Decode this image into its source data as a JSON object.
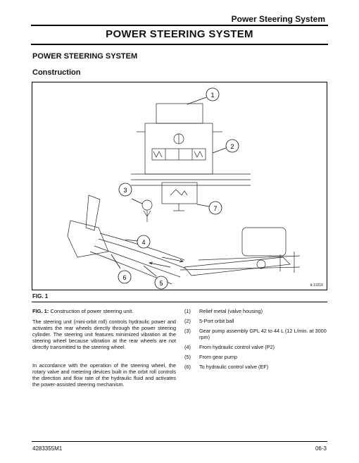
{
  "header": {
    "running_title": "Power Steering System"
  },
  "title": "POWER STEERING SYSTEM",
  "section_title": "POWER STEERING SYSTEM",
  "subsection_title": "Construction",
  "figure": {
    "label": "FIG. 1",
    "code": "d-13216",
    "callouts": [
      "1",
      "2",
      "3",
      "4",
      "5",
      "6",
      "7"
    ]
  },
  "caption": {
    "prefix": "FIG. 1:",
    "text": "Construction of power steering unit."
  },
  "paragraphs": [
    "The steering unit (mini-orbit roll) controls hydraulic power and activates the rear wheels directly through the power steering cylinder. The steering unit features minimized vibration at the steering wheel because vibration at the rear wheels are not directly transmitted to the steering wheel.",
    "In accordance with the operation of the steering wheel, the rotary valve and metering devices built in the orbit roll controls the direction and flow rate of the hydraulic fluid and activates the power-assisted steering mechanism."
  ],
  "legend": [
    {
      "num": "(1)",
      "text": "Relief metal (valve housing)"
    },
    {
      "num": "(2)",
      "text": "5-Port orbit ball"
    },
    {
      "num": "(3)",
      "text": "Gear pump assembly GPL 42 to 44 L (12 L/min. at 3000 rpm)"
    },
    {
      "num": "(4)",
      "text": "From hydraulic control valve (P2)"
    },
    {
      "num": "(5)",
      "text": "From gear pump"
    },
    {
      "num": "(6)",
      "text": "To hydraulic control valve (EF)"
    }
  ],
  "footer": {
    "doc_number": "4283355M1",
    "page": "06-3"
  }
}
